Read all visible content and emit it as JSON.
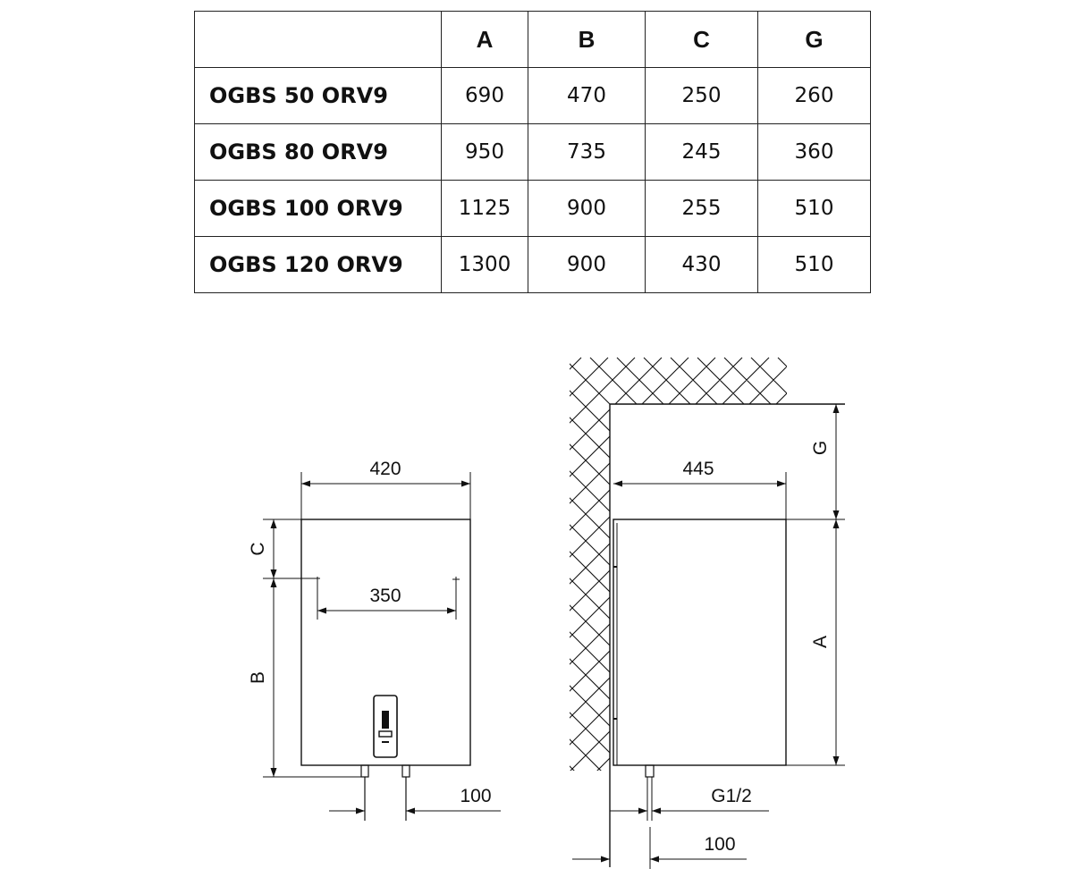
{
  "table": {
    "headers": [
      "",
      "A",
      "B",
      "C",
      "G"
    ],
    "rows": [
      {
        "model": "OGBS 50 ORV9",
        "A": "690",
        "B": "470",
        "C": "250",
        "G": "260"
      },
      {
        "model": "OGBS 80 ORV9",
        "A": "950",
        "B": "735",
        "C": "245",
        "G": "360"
      },
      {
        "model": "OGBS 100 ORV9",
        "A": "1125",
        "B": "900",
        "C": "255",
        "G": "510"
      },
      {
        "model": "OGBS 120 ORV9",
        "A": "1300",
        "B": "900",
        "C": "430",
        "G": "510"
      }
    ]
  },
  "front_view": {
    "width_label": "420",
    "mount_span_label": "350",
    "c_label": "C",
    "b_label": "B",
    "pipe_spacing_label": "100"
  },
  "side_view": {
    "depth_label": "445",
    "g_label": "G",
    "a_label": "A",
    "thread_label": "G1/2",
    "pipe_offset_label": "100"
  }
}
